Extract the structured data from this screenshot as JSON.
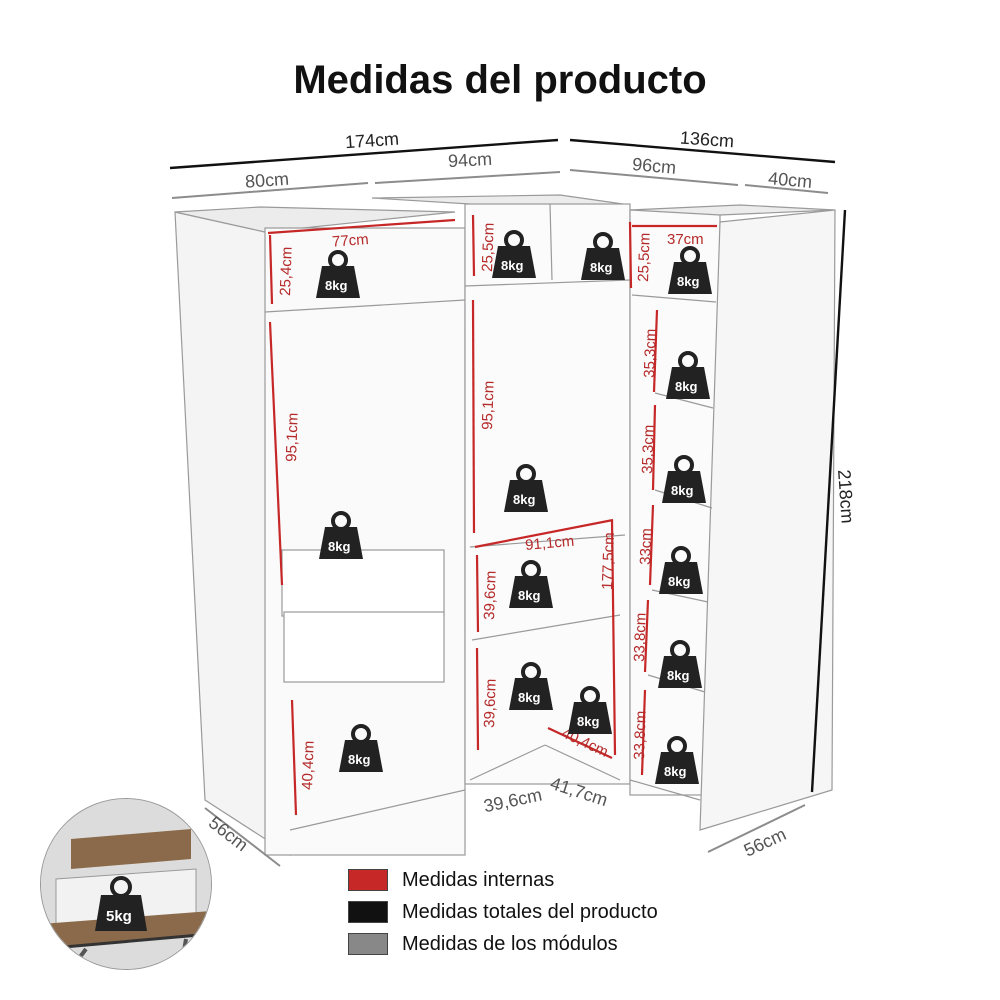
{
  "title": "Medidas del producto",
  "dimensions": {
    "total": [
      "174cm",
      "136cm",
      "218cm"
    ],
    "modules": [
      "80cm",
      "94cm",
      "96cm",
      "40cm",
      "56cm",
      "56cm"
    ],
    "internal": [
      "77cm",
      "25,4cm",
      "95,1cm",
      "40,4cm",
      "25,5cm",
      "25,5cm",
      "95,1cm",
      "91,1cm",
      "177,5cm",
      "39,6cm",
      "39,6cm",
      "40,4cm",
      "37cm",
      "35,3cm",
      "35,3cm",
      "33cm",
      "33,8cm",
      "33,8cm"
    ],
    "floor": [
      "39,6cm",
      "41,7cm"
    ]
  },
  "weights": {
    "shelf": "8kg",
    "drawer": "5kg"
  },
  "legend": [
    {
      "color": "#c62828",
      "label": "Medidas internas"
    },
    {
      "color": "#111111",
      "label": "Medidas totales del producto"
    },
    {
      "color": "#888888",
      "label": "Medidas de los módulos"
    }
  ]
}
